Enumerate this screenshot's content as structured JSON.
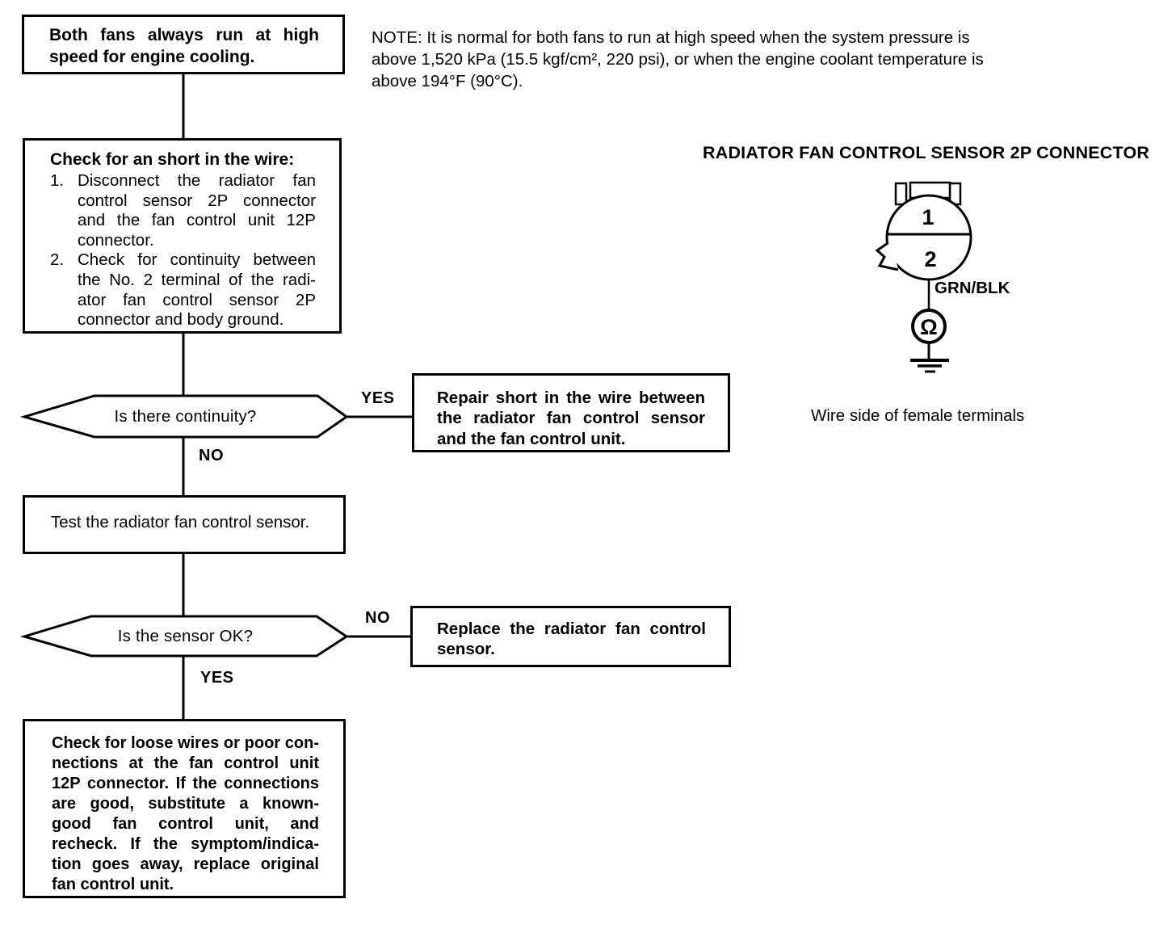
{
  "flowchart": {
    "start_box": {
      "lines": [
        "Both fans always run at high",
        "speed for engine cooling."
      ]
    },
    "note": {
      "lines": [
        "NOTE: It is normal for both fans to run at high speed when the system pressure is",
        "above 1,520 kPa (15.5 kgf/cm², 220 psi), or when the engine coolant temperature is",
        "above 194°F (90°C)."
      ]
    },
    "check_box": {
      "heading": "Check for an short in the wire:",
      "steps": [
        {
          "num": "1.",
          "lines": [
            "Disconnect the radiator fan",
            "control sensor 2P connector",
            "and the fan control unit 12P",
            "connector."
          ]
        },
        {
          "num": "2.",
          "lines": [
            "Check for continuity between",
            "the No. 2 terminal of the radi-",
            "ator fan control sensor 2P",
            "connector and body ground."
          ]
        }
      ]
    },
    "decision1": {
      "question": "Is there continuity?",
      "yes_label": "YES",
      "no_label": "NO"
    },
    "repair_box": {
      "lines": [
        "Repair short in the wire between",
        "the radiator fan control sensor",
        "and the fan control unit."
      ]
    },
    "test_box": {
      "lines": [
        "Test the radiator fan control sensor."
      ]
    },
    "decision2": {
      "question": "Is the sensor OK?",
      "yes_label": "YES",
      "no_label": "NO"
    },
    "replace_box": {
      "lines": [
        "Replace the radiator fan control",
        "sensor."
      ]
    },
    "final_box": {
      "lines": [
        "Check for loose wires or poor con-",
        "nections at the fan control unit",
        "12P connector. If the connections",
        "are good, substitute a known-",
        "good fan control unit, and",
        "recheck. If the symptom/indica-",
        "tion goes away, replace original",
        "fan control unit."
      ]
    }
  },
  "connector_diagram": {
    "title": "RADIATOR FAN CONTROL SENSOR 2P CONNECTOR",
    "terminal_1": "1",
    "terminal_2": "2",
    "wire_color": "GRN/BLK",
    "meter_symbol": "Ω",
    "caption": "Wire side of female terminals"
  },
  "colors": {
    "ink": "#000000",
    "paper": "#ffffff"
  }
}
